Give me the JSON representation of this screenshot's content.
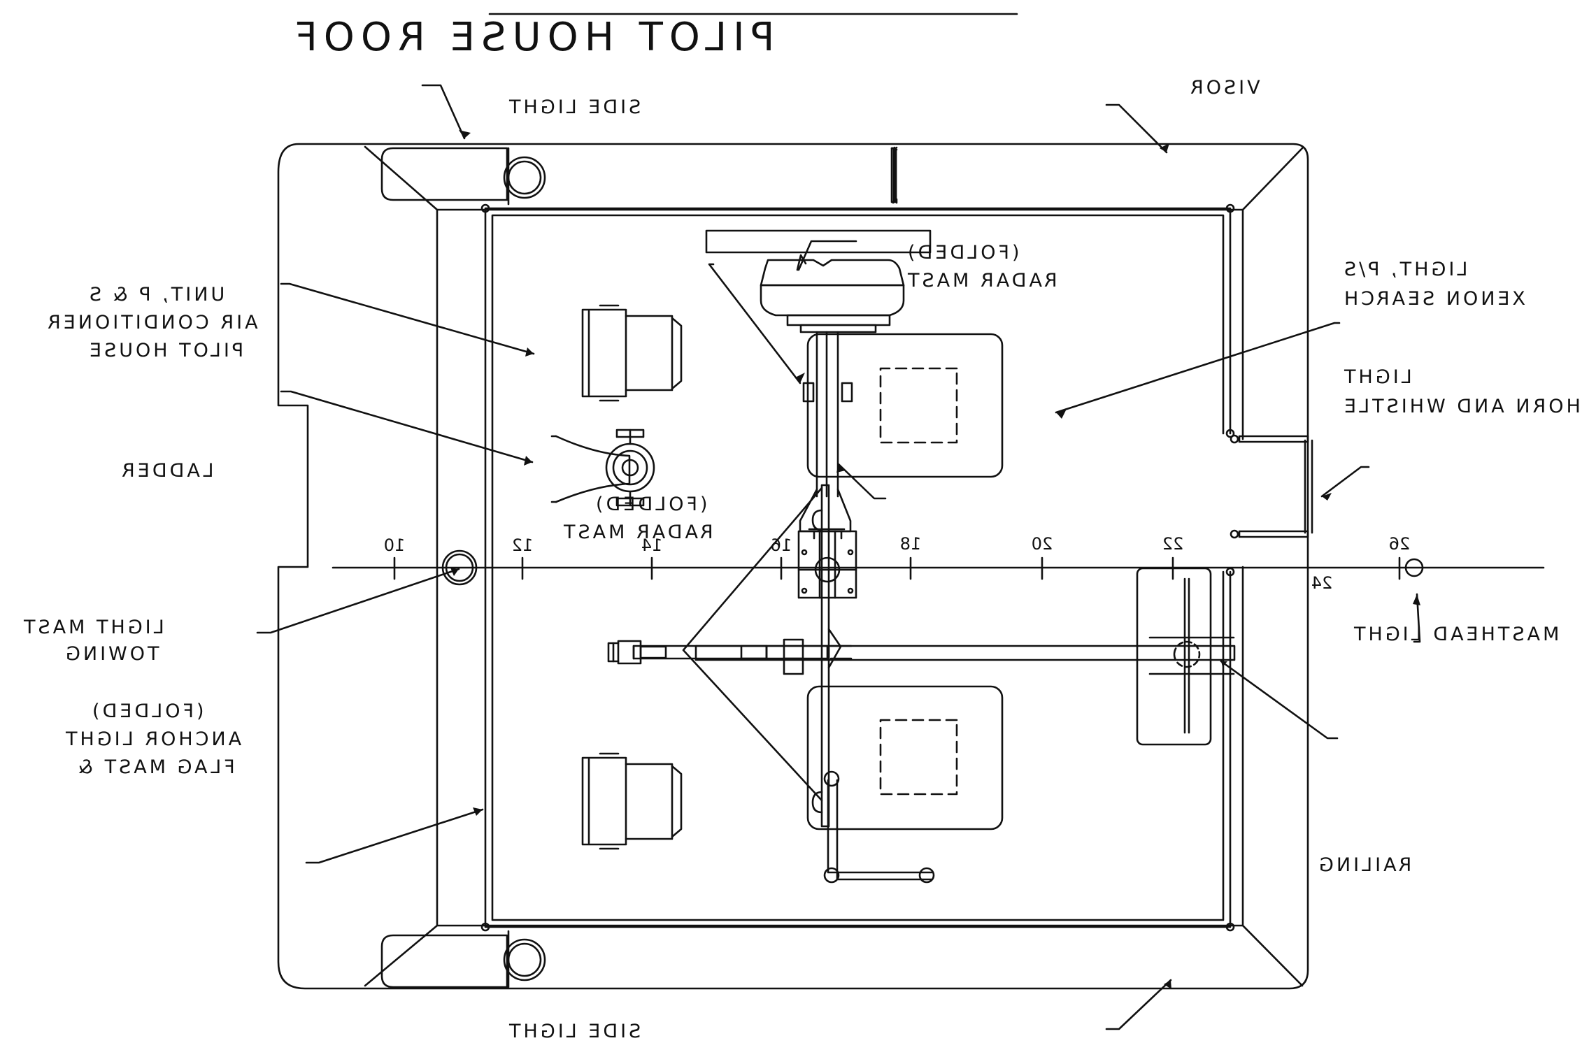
{
  "title": "PILOT HOUSE ROOF",
  "labels": {
    "visor": "VISOR",
    "side_light_top": "SIDE LIGHT",
    "side_light_bottom": "SIDE LIGHT",
    "xenon_1": "XENON SEARCH",
    "xenon_2": "LIGHT, P/S",
    "radar_top_1": "RADAR MAST",
    "radar_top_2": "(FOLDED)",
    "ac_1": "PILOT HOUSE",
    "ac_2": "AIR CONDITIONER",
    "ac_3": "UNIT, P & S",
    "horn_1": "HORN AND WHISTLE",
    "horn_2": "LIGHT",
    "radar_mid_1": "RADAR MAST",
    "radar_mid_2": "(FOLDED)",
    "ladder": "LADDER",
    "masthead": "MASTHEAD LIGHT",
    "towing_1": "TOWING",
    "towing_2": "LIGHT MAST",
    "flag_1": "FLAG MAST &",
    "flag_2": "ANCHOR LIGHT",
    "flag_3": "(FOLDED)",
    "railing": "RAILING"
  },
  "frame_ticks": [
    "10",
    "12",
    "14",
    "16",
    "18",
    "20",
    "22",
    "24",
    "26"
  ]
}
